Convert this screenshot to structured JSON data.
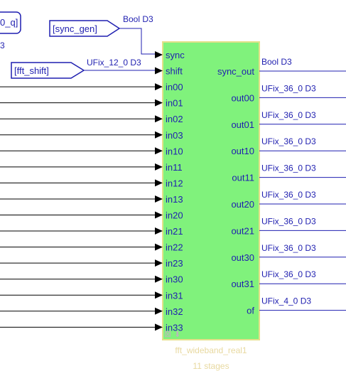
{
  "top_left_block": {
    "label": "0_q]",
    "sublabel": "3"
  },
  "goto_tags": [
    {
      "name": "tag-sync-gen",
      "label": "[sync_gen]",
      "signal": "Bool D3",
      "target": "sync"
    },
    {
      "name": "tag-fft-shift",
      "label": "[fft_shift]",
      "signal": "UFix_12_0 D3",
      "target": "shift"
    }
  ],
  "block": {
    "name": "fft_wideband_real1",
    "param": "11 stages",
    "fill": "#80f27c",
    "border": "#e5e08a",
    "inputs": [
      "sync",
      "shift",
      "in00",
      "in01",
      "in02",
      "in03",
      "in10",
      "in11",
      "in12",
      "in13",
      "in20",
      "in21",
      "in22",
      "in23",
      "in30",
      "in31",
      "in32",
      "in33"
    ],
    "outputs": [
      {
        "port": "sync_out",
        "signal": "Bool D3"
      },
      {
        "port": "out00",
        "signal": "UFix_36_0 D3"
      },
      {
        "port": "out01",
        "signal": "UFix_36_0 D3"
      },
      {
        "port": "out10",
        "signal": "UFix_36_0 D3"
      },
      {
        "port": "out11",
        "signal": "UFix_36_0 D3"
      },
      {
        "port": "out20",
        "signal": "UFix_36_0 D3"
      },
      {
        "port": "out21",
        "signal": "UFix_36_0 D3"
      },
      {
        "port": "out30",
        "signal": "UFix_36_0 D3"
      },
      {
        "port": "out31",
        "signal": "UFix_36_0 D3"
      },
      {
        "port": "of",
        "signal": "UFix_4_0 D3"
      }
    ]
  },
  "colors": {
    "signal": "#1f1fb0",
    "wire": "#000000",
    "out_wire": "#1f1fb0"
  }
}
